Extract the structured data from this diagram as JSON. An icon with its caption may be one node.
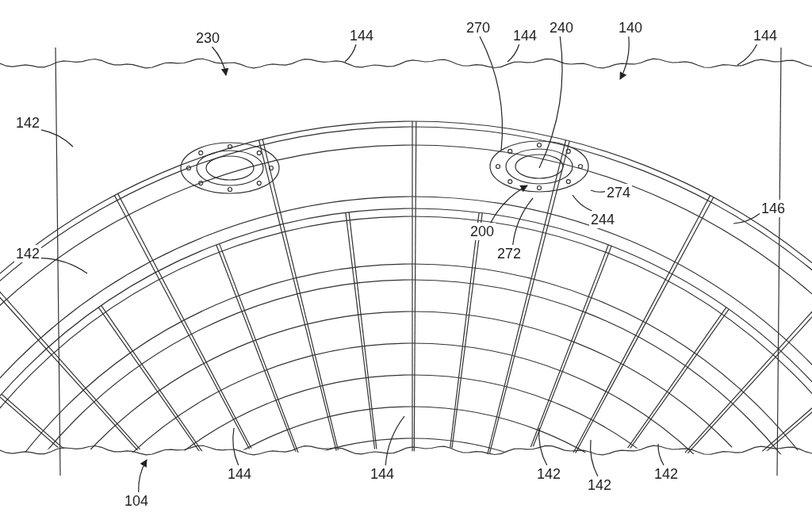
{
  "diagram": {
    "nodes": [
      {
        "text": [
          "230"
        ]
      },
      {
        "text": [
          "144"
        ]
      },
      {
        "text": [
          "270"
        ]
      },
      {
        "text": [
          "144"
        ]
      },
      {
        "text": [
          "240"
        ]
      },
      {
        "text": [
          "140"
        ]
      },
      {
        "text": [
          "144"
        ]
      },
      {
        "text": [
          "142"
        ]
      },
      {
        "text": [
          "274"
        ]
      },
      {
        "text": [
          "146"
        ]
      },
      {
        "text": [
          "244"
        ]
      },
      {
        "text": [
          "142"
        ]
      },
      {
        "text": [
          "200"
        ]
      },
      {
        "text": [
          "272"
        ]
      },
      {
        "text": [
          "144"
        ]
      },
      {
        "text": [
          "144"
        ]
      },
      {
        "text": [
          "142"
        ]
      },
      {
        "text": [
          "142"
        ]
      },
      {
        "text": [
          "142"
        ]
      },
      {
        "text": [
          "104"
        ]
      }
    ],
    "edges": [
      {
        "from": 0,
        "to": null,
        "arrow": "to"
      },
      {
        "from": 1,
        "to": null,
        "arrow": "none"
      },
      {
        "from": 2,
        "to": null,
        "arrow": "none"
      },
      {
        "from": 3,
        "to": null,
        "arrow": "none"
      },
      {
        "from": 4,
        "to": null,
        "arrow": "none"
      },
      {
        "from": 5,
        "to": null,
        "arrow": "to"
      },
      {
        "from": 6,
        "to": null,
        "arrow": "none"
      },
      {
        "from": 7,
        "to": null,
        "arrow": "none"
      },
      {
        "from": 8,
        "to": null,
        "arrow": "none"
      },
      {
        "from": 9,
        "to": null,
        "arrow": "none"
      },
      {
        "from": 10,
        "to": null,
        "arrow": "none"
      },
      {
        "from": 11,
        "to": null,
        "arrow": "none"
      },
      {
        "from": 12,
        "to": null,
        "arrow": "to"
      },
      {
        "from": 13,
        "to": null,
        "arrow": "none"
      },
      {
        "from": 14,
        "to": null,
        "arrow": "none"
      },
      {
        "from": 15,
        "to": null,
        "arrow": "none"
      },
      {
        "from": 16,
        "to": null,
        "arrow": "none"
      },
      {
        "from": 17,
        "to": null,
        "arrow": "none"
      },
      {
        "from": 18,
        "to": null,
        "arrow": "none"
      },
      {
        "from": 19,
        "to": null,
        "arrow": "to"
      }
    ]
  }
}
